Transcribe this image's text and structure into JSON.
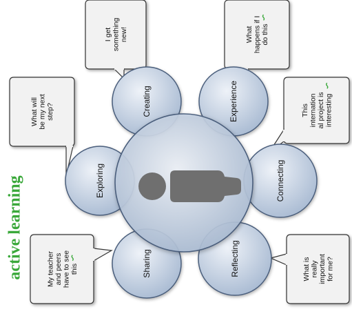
{
  "title": "active learning",
  "colors": {
    "title": "#3aa83a",
    "bubble_fill_light": "#eef2f8",
    "bubble_fill_dark": "#a8bad2",
    "bubble_stroke": "#4a5e7c",
    "callout_fill": "#f2f2f2",
    "callout_stroke": "#333333",
    "person": "#6f6f6f",
    "squiggle": "#3aa83a"
  },
  "hub": {
    "icon": "person-icon"
  },
  "nodes": [
    {
      "id": "creating",
      "label": "Creating",
      "callout": [
        "I get",
        "something",
        "new!"
      ],
      "squiggle": false
    },
    {
      "id": "experience",
      "label": "Experience",
      "callout": [
        "What",
        "happens if I",
        "do this"
      ],
      "squiggle": true
    },
    {
      "id": "connecting",
      "label": "Connecting",
      "callout": [
        "This",
        "internation",
        "al project is",
        "interesting"
      ],
      "squiggle": true
    },
    {
      "id": "reflecting",
      "label": "Reflecting",
      "callout": [
        "What is",
        "really",
        "important",
        "for me?"
      ],
      "squiggle": false
    },
    {
      "id": "sharing",
      "label": "Sharing",
      "callout": [
        "My teacher",
        "and peers",
        "have to see",
        "this"
      ],
      "squiggle": true
    },
    {
      "id": "exploring",
      "label": "Exploring",
      "callout": [
        "What will",
        "be my next",
        "step?"
      ],
      "squiggle": false
    }
  ]
}
